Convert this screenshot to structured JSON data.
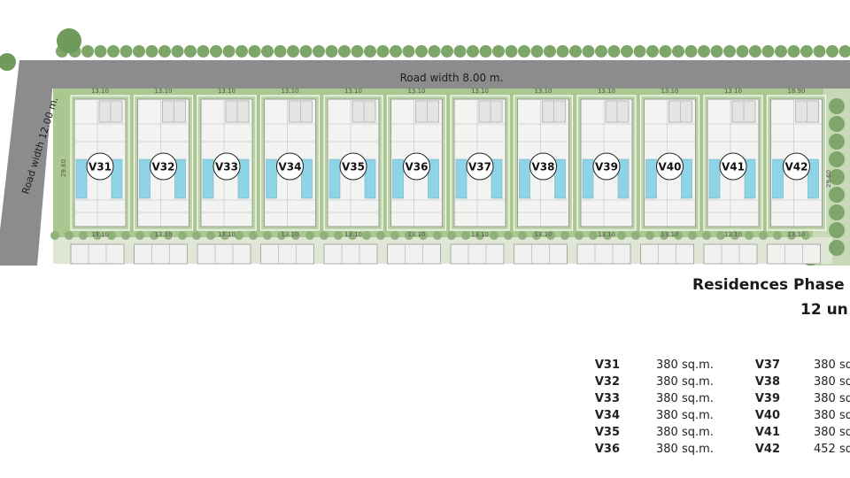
{
  "plan": {
    "road_top_label": "Road width 8.00 m.",
    "road_left_label": "Road width 12.00 m.",
    "side_dim_left": "29.60",
    "side_dim_right": "29.60",
    "plots": [
      {
        "label": "V31",
        "width_top": "13.10",
        "width_bottom": "13.10"
      },
      {
        "label": "V32",
        "width_top": "13.10",
        "width_bottom": "13.10"
      },
      {
        "label": "V33",
        "width_top": "13.10",
        "width_bottom": "13.10"
      },
      {
        "label": "V34",
        "width_top": "13.10",
        "width_bottom": "13.10"
      },
      {
        "label": "V35",
        "width_top": "13.10",
        "width_bottom": "13.10"
      },
      {
        "label": "V36",
        "width_top": "13.10",
        "width_bottom": "13.10"
      },
      {
        "label": "V37",
        "width_top": "13.10",
        "width_bottom": "13.10"
      },
      {
        "label": "V38",
        "width_top": "13.10",
        "width_bottom": "13.10"
      },
      {
        "label": "V39",
        "width_top": "13.10",
        "width_bottom": "13.10"
      },
      {
        "label": "V40",
        "width_top": "13.10",
        "width_bottom": "13.10"
      },
      {
        "label": "V41",
        "width_top": "13.10",
        "width_bottom": "13.10"
      },
      {
        "label": "V42",
        "width_top": "18.90",
        "width_bottom": "13.10"
      }
    ]
  },
  "titles": {
    "line1": "Residences Phase",
    "line2": "12 un"
  },
  "units_left": [
    {
      "code": "V31",
      "area": "380 sq.m."
    },
    {
      "code": "V32",
      "area": "380 sq.m."
    },
    {
      "code": "V33",
      "area": "380 sq.m."
    },
    {
      "code": "V34",
      "area": "380 sq.m."
    },
    {
      "code": "V35",
      "area": "380 sq.m."
    },
    {
      "code": "V36",
      "area": "380 sq.m."
    }
  ],
  "units_right": [
    {
      "code": "V37",
      "area": "380 sq"
    },
    {
      "code": "V38",
      "area": "380 sq"
    },
    {
      "code": "V39",
      "area": "380 sq"
    },
    {
      "code": "V40",
      "area": "380 sq"
    },
    {
      "code": "V41",
      "area": "380 sq"
    },
    {
      "code": "V42",
      "area": "452 sq"
    }
  ],
  "colors": {
    "road": "#8c8c8c",
    "lawn": "#9fbf85",
    "pool": "#8fd3e6",
    "tree": "#6f9a5c",
    "text": "#222222"
  }
}
